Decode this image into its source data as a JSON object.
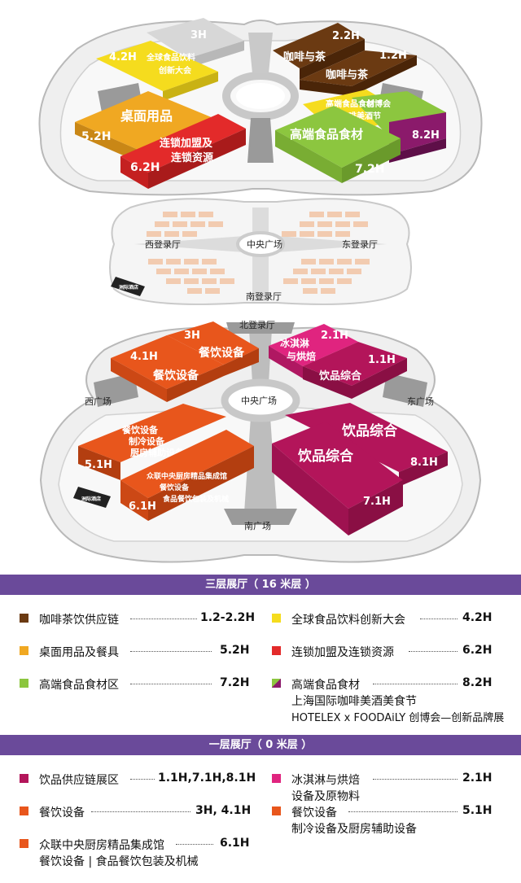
{
  "map": {
    "upper_halls": [
      {
        "id": "3h_top",
        "code": "3H",
        "name": "",
        "color": "#d7d7d7"
      },
      {
        "id": "4_2h",
        "code": "4.2H",
        "name_lines": [
          "全球食品饮料",
          "创新大会"
        ],
        "color": "#f5dc1e"
      },
      {
        "id": "5_2h",
        "code": "5.2H",
        "name_lines": [
          "桌面用品"
        ],
        "color": "#f0a822"
      },
      {
        "id": "6_2h",
        "code": "6.2H",
        "name_lines": [
          "连锁加盟及",
          "连锁资源"
        ],
        "color": "#e32a2a"
      },
      {
        "id": "2_2h",
        "code": "2.2H",
        "name_lines": [
          "咖啡与茶"
        ],
        "color": "#6b3a12"
      },
      {
        "id": "1_2h",
        "code": "1.2H",
        "name_lines": [
          "咖啡与茶"
        ],
        "color": "#6b3a12"
      },
      {
        "id": "7_2h",
        "code": "7.2H",
        "name_lines": [
          "高端食品食材"
        ],
        "color": "#8cc63f"
      },
      {
        "id": "8_2h",
        "code": "8.2H",
        "name_lines": [
          "高端食品食材",
          "创博会",
          "咖啡美酒节"
        ],
        "color": "#8b1a6b"
      }
    ],
    "middle_labels": {
      "west": "西登录厅",
      "center": "中央广场",
      "east": "东登录厅",
      "south": "南登录厅",
      "hotel": "洲际酒店"
    },
    "lower_halls": [
      {
        "id": "4_1h",
        "code": "4.1H",
        "name_lines": [
          "餐饮设备"
        ],
        "color": "#e8561c"
      },
      {
        "id": "3h",
        "code": "3H",
        "name_lines": [
          "餐饮设备"
        ],
        "color": "#e8561c"
      },
      {
        "id": "2_1h",
        "code": "2.1H",
        "name_lines": [
          "冰淇淋",
          "与烘焙"
        ],
        "color": "#e0247f"
      },
      {
        "id": "1_1h",
        "code": "1.1H",
        "name_lines": [
          "饮品综合"
        ],
        "color": "#b3155a"
      },
      {
        "id": "5_1h",
        "code": "5.1H",
        "name_lines": [
          "餐饮设备",
          "制冷设备",
          "厨房辅助设备"
        ],
        "color": "#e8561c"
      },
      {
        "id": "6_1h",
        "code": "6.1H",
        "name_lines": [
          "众联中央厨房精品集成馆",
          "餐饮设备",
          "食品餐饮包装及机械"
        ],
        "color": "#e8561c"
      },
      {
        "id": "8_1h",
        "code": "8.1H",
        "name_lines": [
          "饮品综合"
        ],
        "color": "#b3155a"
      },
      {
        "id": "7_1h",
        "code": "7.1H",
        "name_lines": [
          "饮品综合"
        ],
        "color": "#b3155a"
      }
    ],
    "lower_labels": {
      "north": "北登录厅",
      "west": "西广场",
      "center": "中央广场",
      "east": "东广场",
      "south": "南广场",
      "hotel": "洲际酒店"
    }
  },
  "legend": {
    "floor3_title": "三层展厅（ 16 米层 ）",
    "floor3": [
      {
        "label": "咖啡茶饮供应链",
        "value": "1.2-2.2H",
        "color": "#6b3a12"
      },
      {
        "label": "全球食品饮料创新大会",
        "value": "4.2H",
        "color": "#f5dc1e"
      },
      {
        "label": "桌面用品及餐具",
        "value": "5.2H",
        "color": "#f0a822"
      },
      {
        "label": "连锁加盟及连锁资源",
        "value": "6.2H",
        "color": "#e32a2a"
      },
      {
        "label": "高端食品食材区",
        "value": "7.2H",
        "color": "#8cc63f"
      },
      {
        "label": "高端食品食材",
        "value": "8.2H",
        "sub1": "上海国际咖啡美酒美食节",
        "sub2": "HOTELEX x FOODAiLY 创博会—创新品牌展"
      }
    ],
    "floor1_title": "一层展厅（ 0 米层 ）",
    "floor1": [
      {
        "label": "饮品供应链展区",
        "value": "1.1H,7.1H,8.1H",
        "color": "#b3155a"
      },
      {
        "label": "冰淇淋与烘焙",
        "value": "2.1H",
        "sub1": "设备及原物料",
        "color": "#e0247f"
      },
      {
        "label": "餐饮设备",
        "value": "3H, 4.1H",
        "color": "#e8561c"
      },
      {
        "label": "餐饮设备",
        "value": "5.1H",
        "sub1": "制冷设备及厨房辅助设备",
        "color": "#e8561c"
      },
      {
        "label": "众联中央厨房精品集成馆",
        "value": "6.1H",
        "sub1": "餐饮设备 | 食品餐饮包装及机械",
        "color": "#e8561c"
      }
    ]
  }
}
